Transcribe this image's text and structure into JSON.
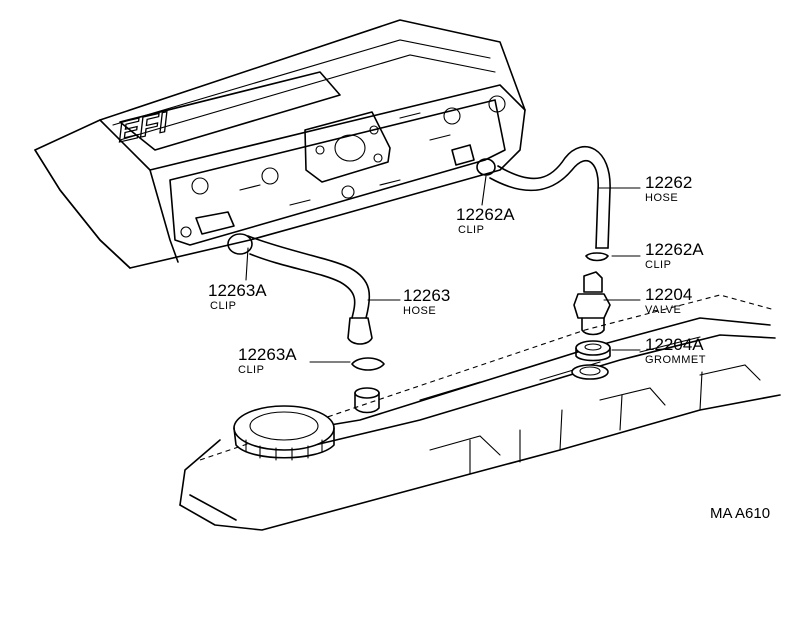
{
  "diagram": {
    "ref_code": "MA A610",
    "logo_text": "EFI",
    "callouts": {
      "hose_12262": {
        "number": "12262",
        "name": "HOSE"
      },
      "clip_12262A_upper": {
        "number": "12262A",
        "name": "CLIP"
      },
      "clip_12262A_lower": {
        "number": "12262A",
        "name": "CLIP"
      },
      "valve_12204": {
        "number": "12204",
        "name": "VALVE"
      },
      "grommet_12204A": {
        "number": "12204A",
        "name": "GROMMET"
      },
      "clip_12263A_upper": {
        "number": "12263A",
        "name": "CLIP"
      },
      "hose_12263": {
        "number": "12263",
        "name": "HOSE"
      },
      "clip_12263A_lower": {
        "number": "12263A",
        "name": "CLIP"
      }
    }
  }
}
